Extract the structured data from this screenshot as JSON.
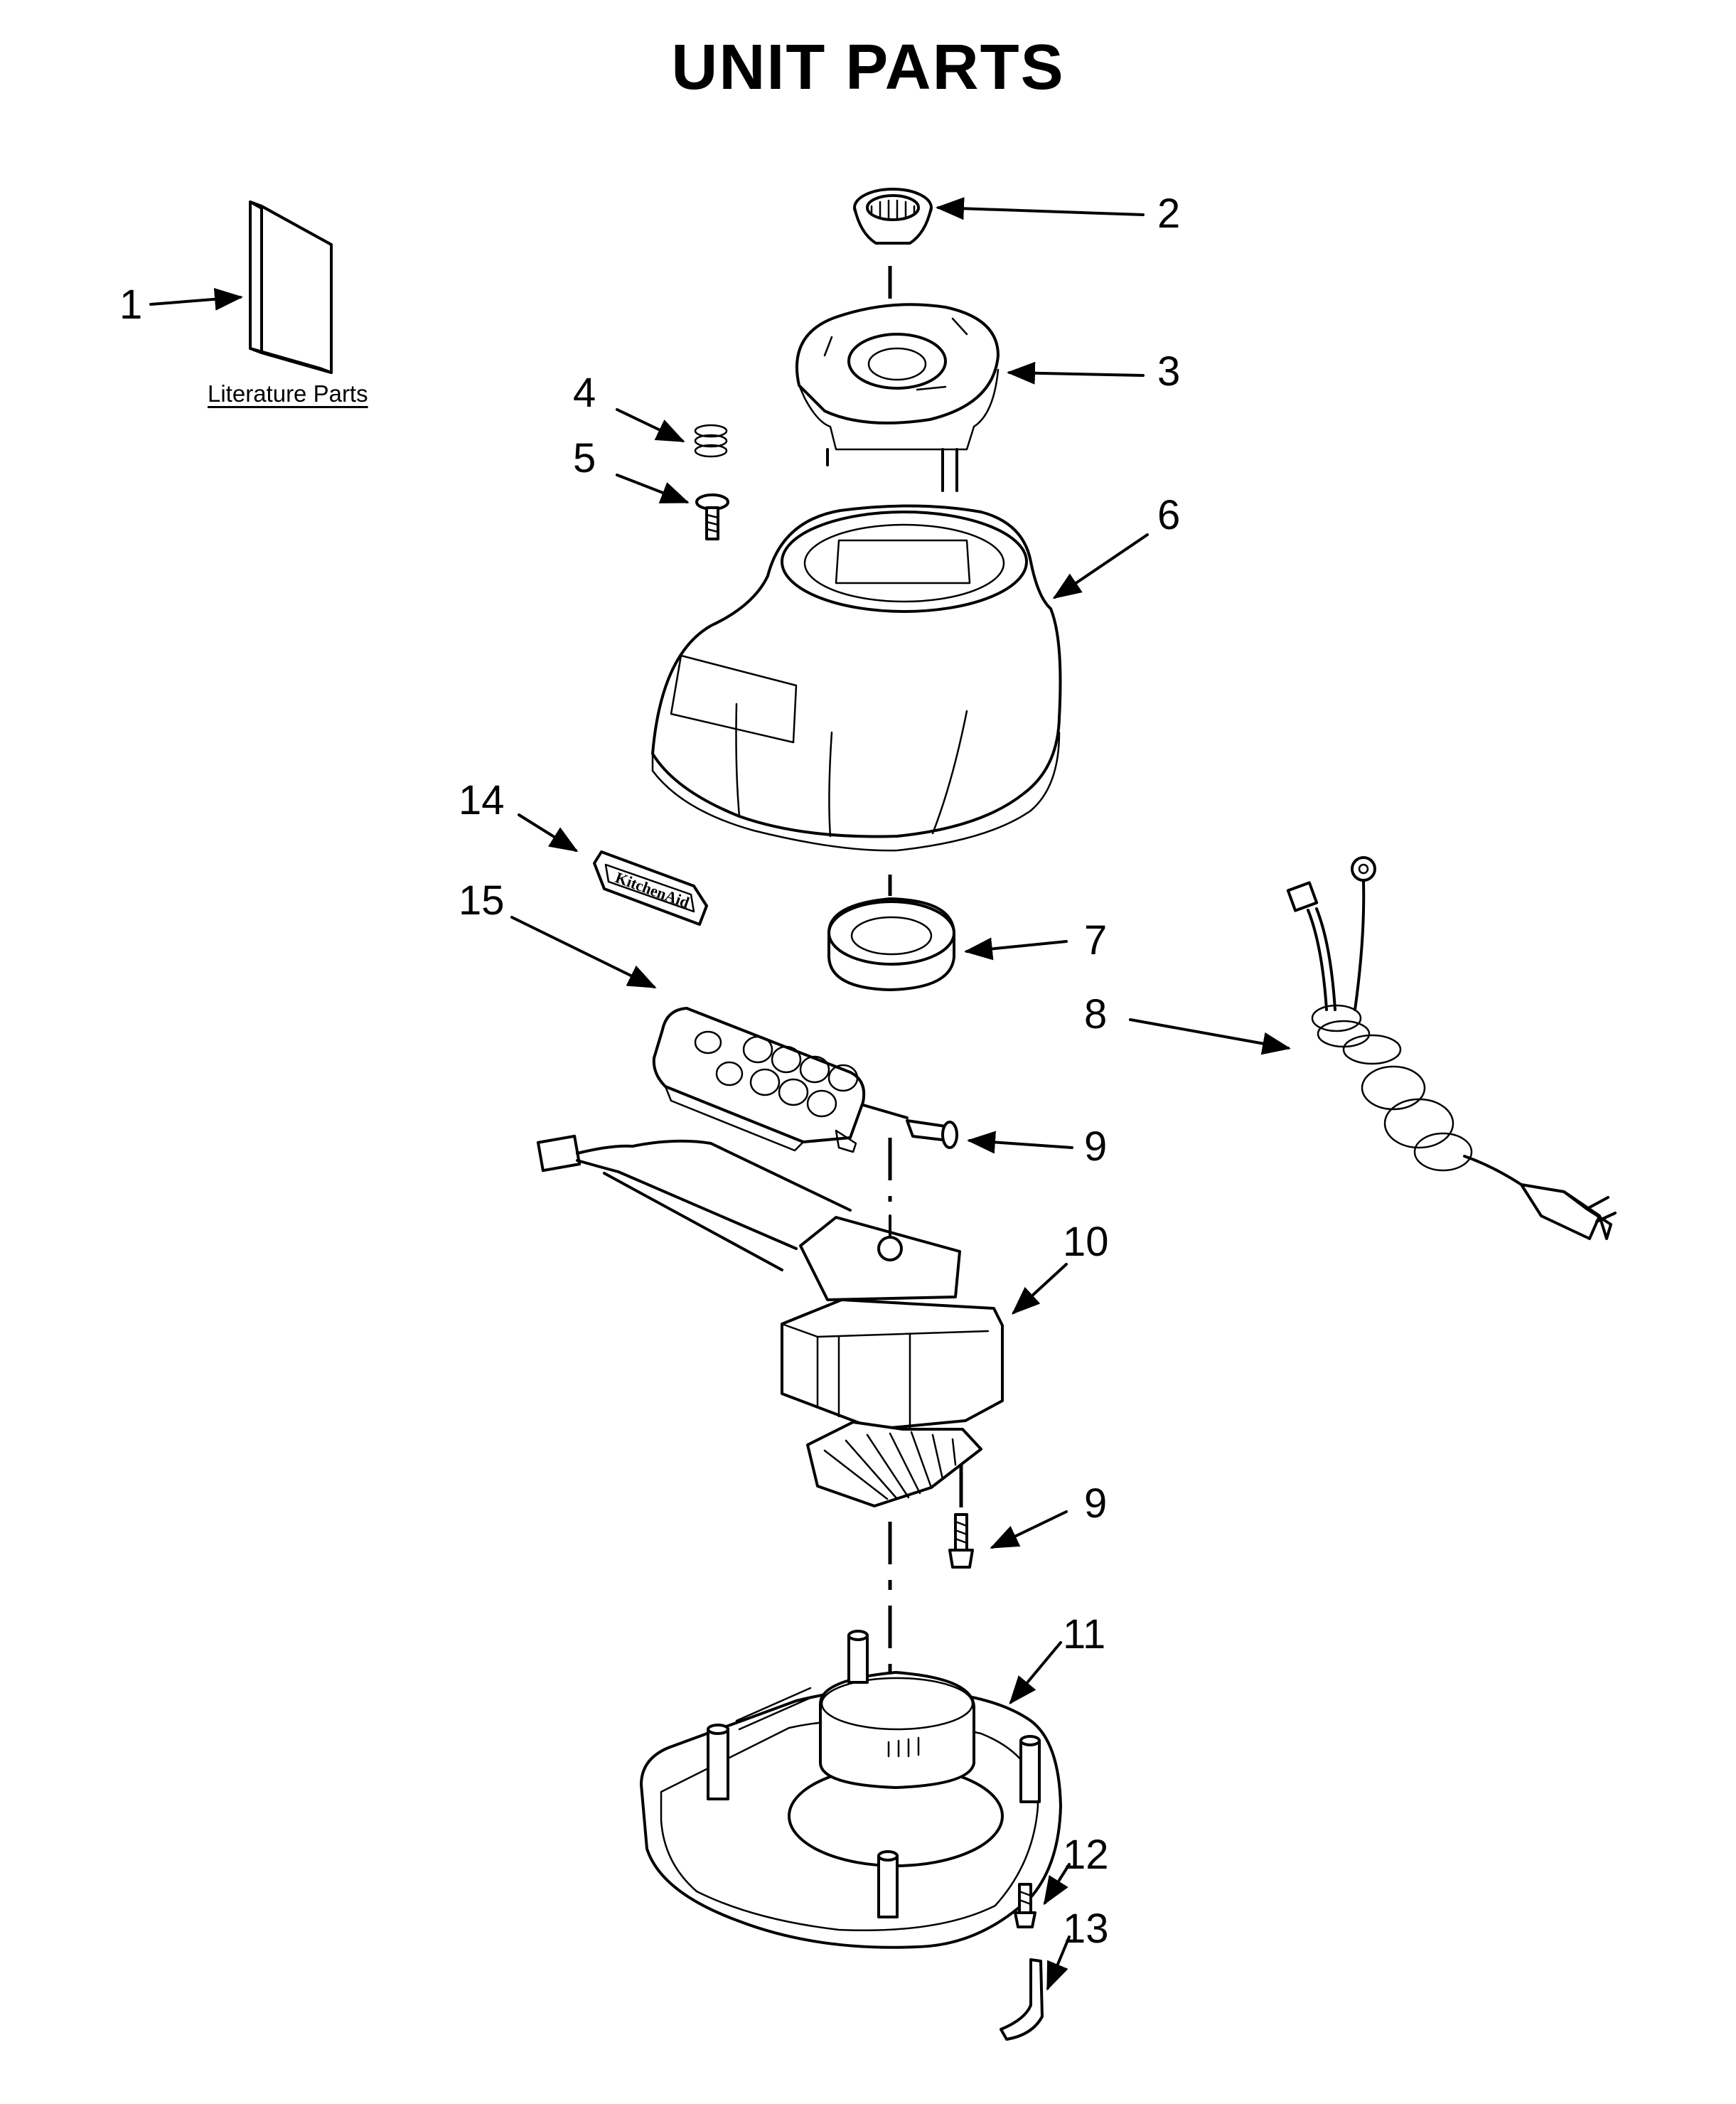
{
  "title": "UNIT PARTS",
  "literature_label": "Literature Parts",
  "callouts": [
    {
      "id": "1",
      "label": "1"
    },
    {
      "id": "2",
      "label": "2"
    },
    {
      "id": "3",
      "label": "3"
    },
    {
      "id": "4",
      "label": "4"
    },
    {
      "id": "5",
      "label": "5"
    },
    {
      "id": "6",
      "label": "6"
    },
    {
      "id": "7",
      "label": "7"
    },
    {
      "id": "8",
      "label": "8"
    },
    {
      "id": "9a",
      "label": "9"
    },
    {
      "id": "10",
      "label": "10"
    },
    {
      "id": "9b",
      "label": "9"
    },
    {
      "id": "11",
      "label": "11"
    },
    {
      "id": "12",
      "label": "12"
    },
    {
      "id": "13",
      "label": "13"
    },
    {
      "id": "14",
      "label": "14"
    },
    {
      "id": "15",
      "label": "15"
    }
  ],
  "badge_logo_text": "KitchenAid"
}
